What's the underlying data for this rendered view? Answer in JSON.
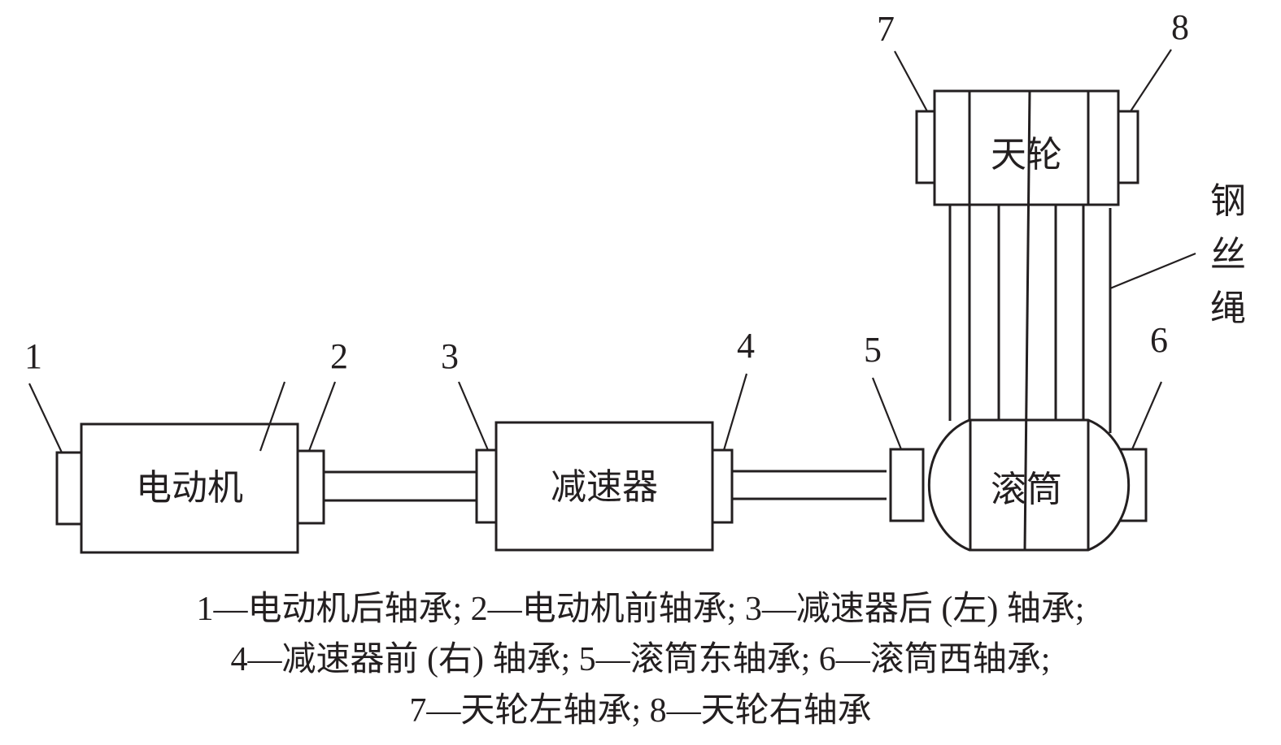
{
  "diagram": {
    "components": {
      "motor": "电动机",
      "reducer": "减速器",
      "drum": "滚筒",
      "sheave": "天轮",
      "rope": [
        "钢",
        "丝",
        "绳"
      ]
    },
    "bearing_numbers": [
      "1",
      "2",
      "3",
      "4",
      "5",
      "6",
      "7",
      "8"
    ],
    "caption_lines": [
      "1—电动机后轴承; 2—电动机前轴承; 3—减速器后 (左) 轴承;",
      "4—减速器前 (右) 轴承; 5—滚筒东轴承; 6—滚筒西轴承;",
      "7—天轮左轴承; 8—天轮右轴承"
    ]
  }
}
